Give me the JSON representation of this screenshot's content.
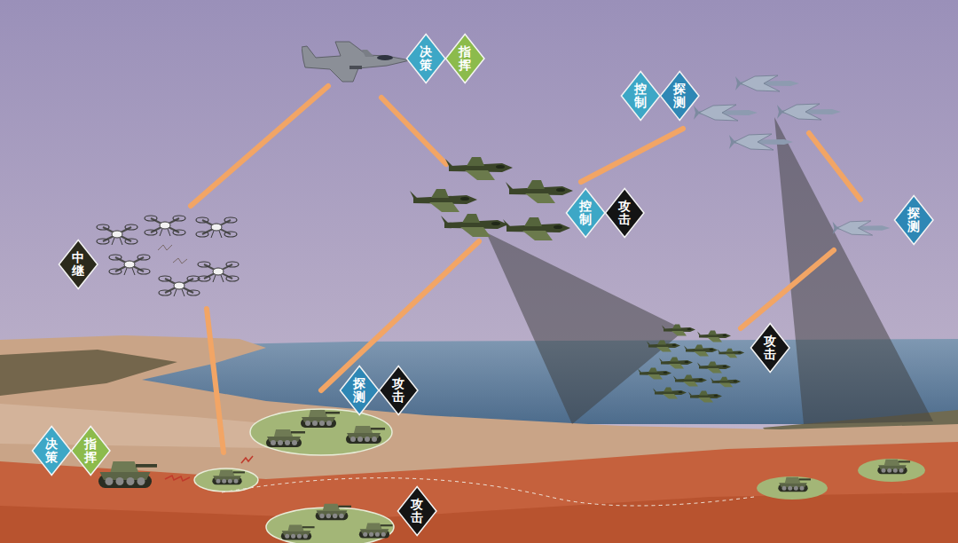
{
  "diagram": {
    "nodes": [
      {
        "text": [
          "决策"
        ]
      },
      {
        "text": [
          "指挥"
        ]
      },
      {
        "text": [
          "控制"
        ]
      },
      {
        "text": [
          "探测"
        ]
      },
      {
        "text": [
          "控制"
        ]
      },
      {
        "text": [
          "攻击"
        ]
      },
      {
        "text": [
          "探测"
        ]
      },
      {
        "text": [
          "中继"
        ]
      },
      {
        "text": [
          "攻击"
        ]
      },
      {
        "text": [
          "探测"
        ]
      },
      {
        "text": [
          "攻击"
        ]
      },
      {
        "text": [
          "决策"
        ]
      },
      {
        "text": [
          "指挥"
        ]
      },
      {
        "text": [
          "攻击"
        ]
      }
    ]
  }
}
